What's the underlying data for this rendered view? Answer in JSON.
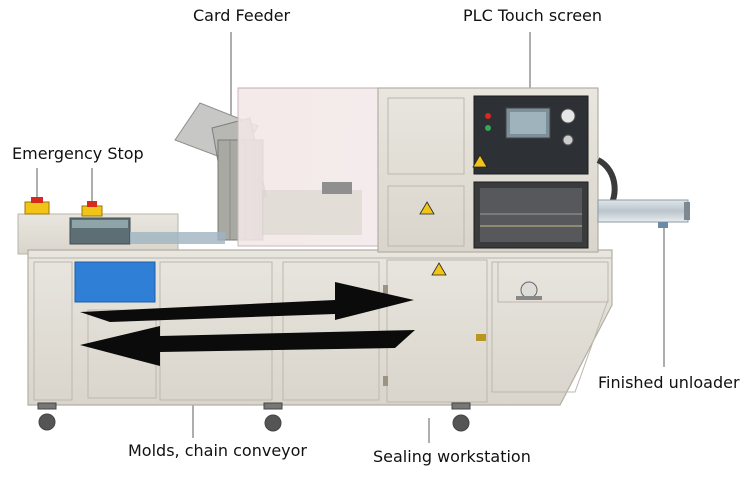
{
  "labels": {
    "card_feeder": "Card Feeder",
    "plc_touch_screen": "PLC Touch screen",
    "emergency_stop": "Emergency Stop",
    "finished_unloader": "Finished unloader",
    "molds_chain_conveyor": "Molds, chain conveyor",
    "sealing_workstation": "Sealing workstation"
  },
  "colors": {
    "background": "#ffffff",
    "machine_body": "#e4e1da",
    "panel_line": "#b9b5ac",
    "arrow": "#0b0b0b",
    "blue_guard": "#2f7fd6",
    "estop_yellow": "#f2c418",
    "estop_red": "#d62a1c",
    "leader_line": "#777777"
  },
  "icons": [
    "warning-icon",
    "emergency-stop-button-icon",
    "caster-wheel-icon",
    "pressure-gauge-icon"
  ]
}
